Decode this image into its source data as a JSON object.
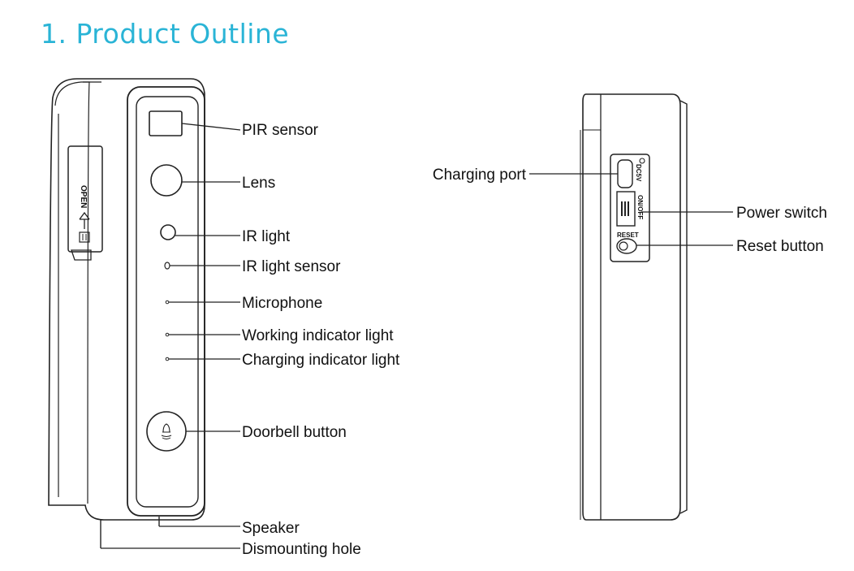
{
  "title": "1. Product Outline",
  "front_labels": {
    "pir_sensor": "PIR sensor",
    "lens": "Lens",
    "ir_light": "IR light",
    "ir_light_sensor": "IR light sensor",
    "microphone": "Microphone",
    "working_indicator": "Working indicator light",
    "charging_indicator": "Charging indicator light",
    "doorbell_button": "Doorbell button",
    "speaker": "Speaker",
    "dismounting_hole": "Dismounting hole"
  },
  "side_labels": {
    "charging_port": "Charging port",
    "power_switch": "Power switch",
    "reset_button": "Reset button"
  },
  "device_markings": {
    "open": "OPEN",
    "dc5v": "DC5V",
    "on_off": "ON/OFF",
    "reset": "RESET"
  }
}
